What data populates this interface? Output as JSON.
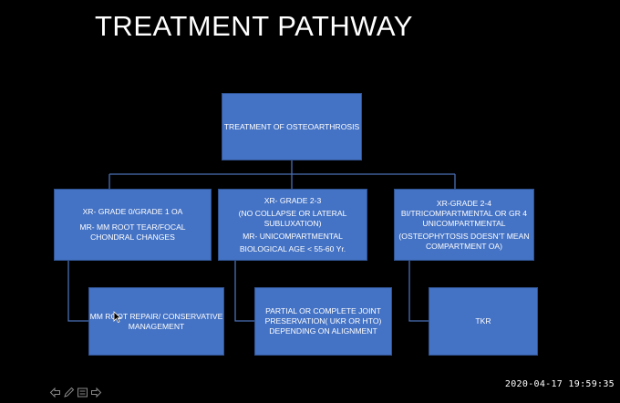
{
  "slide": {
    "title": "TREATMENT PATHWAY"
  },
  "diagram": {
    "root": {
      "lines": [
        "TREATMENT OF OSTEOARTHROSIS"
      ]
    },
    "criteria": [
      {
        "lines": [
          "XR- GRADE 0/GRADE 1 OA",
          "",
          "MR- MM ROOT TEAR/FOCAL",
          "CHONDRAL CHANGES"
        ]
      },
      {
        "lines": [
          "XR- GRADE 2-3",
          "(NO COLLAPSE OR LATERAL",
          "SUBLUXATION)",
          "MR- UNICOMPARTMENTAL",
          "BIOLOGICAL AGE < 55-60 Yr."
        ]
      },
      {
        "lines": [
          "XR-GRADE 2-4",
          "BI/TRICOMPARTMENTAL OR GR 4",
          "UNICOMPARTMENTAL",
          "(OSTEOPHYTOSIS DOESN'T MEAN",
          "COMPARTMENT OA)"
        ]
      }
    ],
    "treatments": [
      {
        "lines": [
          "MM ROOT REPAIR/ CONSERVATIVE",
          "MANAGEMENT"
        ]
      },
      {
        "lines": [
          "PARTIAL OR COMPLETE JOINT",
          "PRESERVATION( UKR OR HTO)",
          "DEPENDING ON ALIGNMENT"
        ]
      },
      {
        "lines": [
          "TKR"
        ]
      }
    ],
    "colors": {
      "box_fill": "#4472c4",
      "box_border": "#2f528f",
      "connector": "#4a6fb5",
      "background": "#000000"
    }
  },
  "overlay": {
    "timestamp": "2020-04-17  19:59:35",
    "toolbar_icons": [
      "back-arrow-icon",
      "pen-icon",
      "menu-icon",
      "forward-arrow-icon"
    ]
  }
}
